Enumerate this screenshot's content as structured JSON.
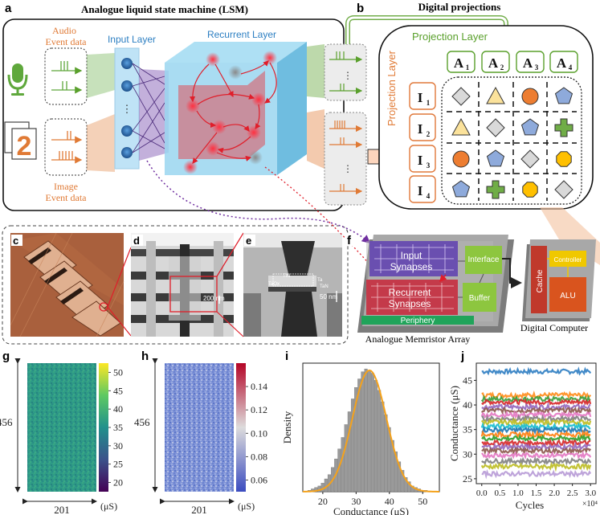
{
  "panels": {
    "a": {
      "letter": "a",
      "title": "Analogue liquid state machine (LSM)",
      "audio_label_1": "Audio",
      "audio_label_2": "Event data",
      "image_label_1": "Image",
      "image_label_2": "Event data",
      "input_layer": "Input Layer",
      "input_dots": "⋮",
      "recurrent_layer": "Recurrent Layer",
      "digit": "2"
    },
    "b": {
      "letter": "b",
      "title": "Digital projections",
      "projection_layer_top": "Projection Layer",
      "projection_layer_side": "Projection Layer",
      "dots": "⋮",
      "columns": [
        "A",
        "A",
        "A",
        "A"
      ],
      "column_subs": [
        "1",
        "2",
        "3",
        "4"
      ],
      "rows": [
        "I",
        "I",
        "I",
        "I"
      ],
      "row_subs": [
        "1",
        "2",
        "3",
        "4"
      ],
      "grid": [
        [
          "diamond-grey",
          "triangle-yellow",
          "circle-orange",
          "pentagon-blue"
        ],
        [
          "triangle-yellow",
          "diamond-grey",
          "pentagon-blue",
          "cross-green"
        ],
        [
          "circle-orange",
          "pentagon-blue",
          "diamond-grey",
          "octagon-yellow"
        ],
        [
          "pentagon-blue",
          "cross-green",
          "octagon-yellow",
          "diamond-grey"
        ]
      ]
    },
    "c": {
      "letter": "c"
    },
    "d": {
      "letter": "d",
      "scale": "200 nm"
    },
    "e": {
      "letter": "e",
      "scale": "50 nm",
      "labels": [
        "TiN",
        "TaOx",
        "Ta",
        "TaN"
      ]
    },
    "f": {
      "letter": "f",
      "input_synapses_1": "Input",
      "input_synapses_2": "Synapses",
      "recurrent_synapses_1": "Recurrent",
      "recurrent_synapses_2": "Synapses",
      "interface": "Interface",
      "buffer": "Buffer",
      "periphery": "Periphery",
      "array_caption": "Analogue Memristor Array",
      "cache": "Cache",
      "controller": "Controller",
      "alu": "ALU",
      "computer_caption": "Digital Computer"
    }
  },
  "colors": {
    "audio": "#5fa83c",
    "image": "#e07a35",
    "input_layer": "#2d7fc2",
    "recurrent_box": "#8fd3f0",
    "recurrent_inner": "#e0505a",
    "projection_green": "#5aa02c",
    "cell_border": "#e0783a"
  },
  "chart_data": [
    {
      "panel": "g",
      "type": "heatmap",
      "x_size": 201,
      "y_size": 456,
      "xlabel": "201",
      "ylabel": "456",
      "colorbar": {
        "ticks": [
          "50",
          "45",
          "40",
          "35",
          "30",
          "25",
          "20"
        ],
        "values": [
          50,
          45,
          40,
          35,
          30,
          25,
          20
        ],
        "range": [
          17.5,
          52.5
        ],
        "unit": "(μS)",
        "colormap": "viridis"
      },
      "dominant_value": 33
    },
    {
      "panel": "h",
      "type": "heatmap",
      "x_size": 201,
      "y_size": 456,
      "xlabel": "201",
      "ylabel": "456",
      "colorbar": {
        "ticks": [
          "0.14",
          "0.12",
          "0.10",
          "0.08",
          "0.06"
        ],
        "values": [
          0.14,
          0.12,
          0.1,
          0.08,
          0.06
        ],
        "range": [
          0.05,
          0.16
        ],
        "unit": "(μS)",
        "colormap": "coolwarm"
      },
      "dominant_value": 0.07
    },
    {
      "panel": "i",
      "type": "bar",
      "title": "",
      "xlabel": "Conductance (μS)",
      "ylabel": "Density",
      "x_ticks": [
        "20",
        "30",
        "40",
        "50"
      ],
      "x_tick_values": [
        20,
        30,
        40,
        50
      ],
      "xlim": [
        14,
        55
      ],
      "ylim": [
        0,
        0.09
      ],
      "bin_centers": [
        16,
        17,
        18,
        19,
        20,
        21,
        22,
        23,
        24,
        25,
        26,
        27,
        28,
        29,
        30,
        31,
        32,
        33,
        34,
        35,
        36,
        37,
        38,
        39,
        40,
        41,
        42,
        43,
        44,
        45,
        46,
        47,
        48,
        49,
        50,
        51,
        52
      ],
      "densities": [
        0.001,
        0.002,
        0.003,
        0.004,
        0.006,
        0.009,
        0.012,
        0.017,
        0.023,
        0.03,
        0.038,
        0.047,
        0.056,
        0.065,
        0.073,
        0.079,
        0.084,
        0.086,
        0.085,
        0.083,
        0.078,
        0.071,
        0.063,
        0.054,
        0.045,
        0.036,
        0.028,
        0.021,
        0.015,
        0.01,
        0.007,
        0.004,
        0.003,
        0.002,
        0.001,
        0.001,
        0.0005
      ],
      "fit": {
        "type": "gaussian",
        "mean": 34,
        "std": 5.1,
        "peak": 0.085,
        "color": "#f5a21b"
      }
    },
    {
      "panel": "j",
      "type": "line",
      "xlabel": "Cycles",
      "ylabel": "Conductance (μS)",
      "x_ticks": [
        "0.0",
        "0.5",
        "1.0",
        "1.5",
        "2.0",
        "2.5",
        "3.0"
      ],
      "x_tick_values": [
        0,
        0.5,
        1.0,
        1.5,
        2.0,
        2.5,
        3.0
      ],
      "x_multiplier": "×10⁴",
      "y_ticks": [
        "25",
        "30",
        "35",
        "40",
        "45"
      ],
      "y_tick_values": [
        25,
        30,
        35,
        40,
        45
      ],
      "xlim": [
        -0.15,
        3.15
      ],
      "ylim": [
        24,
        48.5
      ],
      "series": [
        {
          "level": 46.8,
          "color": "#2e7dc2"
        },
        {
          "level": 42.0,
          "color": "#ff8c1a"
        },
        {
          "level": 41.2,
          "color": "#3a9d3a"
        },
        {
          "level": 40.6,
          "color": "#d62728"
        },
        {
          "level": 39.6,
          "color": "#9467bd"
        },
        {
          "level": 38.9,
          "color": "#8c564b"
        },
        {
          "level": 38.0,
          "color": "#e377c2"
        },
        {
          "level": 37.2,
          "color": "#7f7f7f"
        },
        {
          "level": 36.5,
          "color": "#bcbd22"
        },
        {
          "level": 35.6,
          "color": "#17becf"
        },
        {
          "level": 34.9,
          "color": "#1f77b4"
        },
        {
          "level": 34.0,
          "color": "#ff7f0e"
        },
        {
          "level": 33.2,
          "color": "#2ca02c"
        },
        {
          "level": 32.3,
          "color": "#d62728"
        },
        {
          "level": 31.5,
          "color": "#9467bd"
        },
        {
          "level": 30.7,
          "color": "#8c564b"
        },
        {
          "level": 29.8,
          "color": "#e377c2"
        },
        {
          "level": 28.6,
          "color": "#7f7f7f"
        },
        {
          "level": 27.5,
          "color": "#bcbd22"
        },
        {
          "level": 26.0,
          "color": "#b79ad6"
        }
      ]
    }
  ]
}
